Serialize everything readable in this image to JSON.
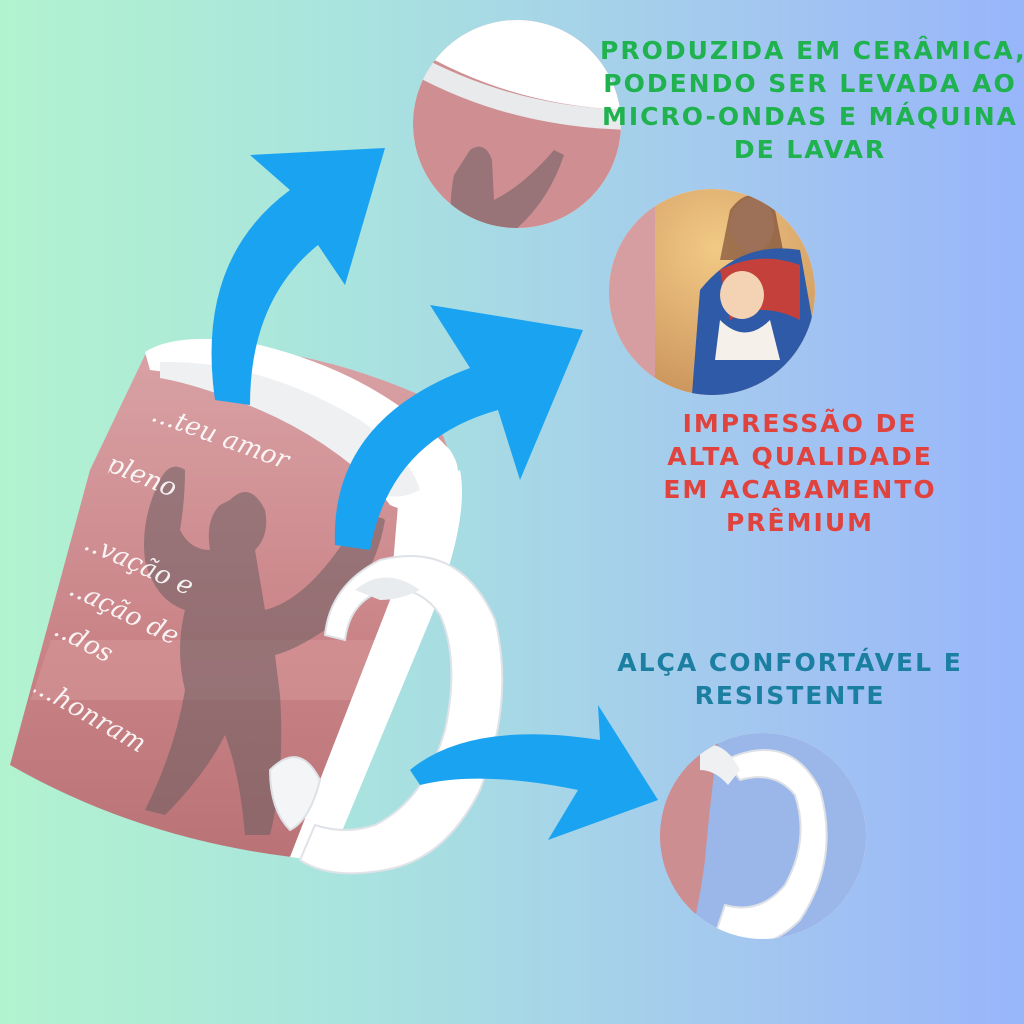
{
  "colors": {
    "arrow": "#1aa3f0",
    "ceramic_text": "#1fb24f",
    "print_text": "#e0433e",
    "handle_text": "#1a7fa0",
    "mug_pink": "#c98383",
    "mug_white": "#ffffff"
  },
  "features": {
    "ceramic": [
      "PRODUZIDA EM CERÂMICA,",
      "PODENDO SER LEVADA AO",
      "MICRO-ONDAS E MÁQUINA",
      "DE LAVAR"
    ],
    "print": [
      "IMPRESSÃO DE",
      "ALTA QUALIDADE",
      "EM ACABAMENTO",
      "PRÊMIUM"
    ],
    "handle": [
      "ALÇA CONFORTÁVEL E",
      "RESISTENTE"
    ]
  },
  "mug_text": [
    "...teu amor",
    "pleno",
    "...vação e",
    "...ação de",
    "...dos",
    "...honram"
  ]
}
